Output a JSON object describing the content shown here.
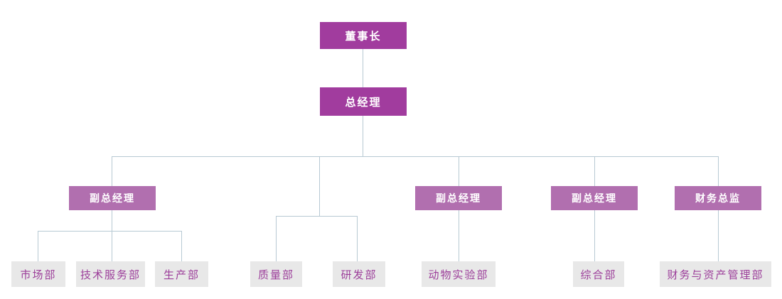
{
  "diagram": {
    "type": "org-chart",
    "colors": {
      "level1_bg": "#A13C9E",
      "level3_bg": "#B16FAF",
      "level4_bg": "#E8E8E8",
      "level4_text": "#9C3E9A",
      "connector": "#B7C9D3",
      "box_text": "#FFFFFF"
    },
    "nodes": {
      "chairman": {
        "label": "董事长"
      },
      "general_manager": {
        "label": "总经理"
      },
      "deputies": [
        {
          "label": "副总经理"
        },
        {
          "label": "副总经理"
        },
        {
          "label": "副总经理"
        },
        {
          "label": "财务总监"
        }
      ],
      "departments": [
        {
          "label": "市场部"
        },
        {
          "label": "技术服务部"
        },
        {
          "label": "生产部"
        },
        {
          "label": "质量部"
        },
        {
          "label": "研发部"
        },
        {
          "label": "动物实验部"
        },
        {
          "label": "综合部"
        },
        {
          "label": "财务与资产管理部"
        }
      ]
    }
  }
}
